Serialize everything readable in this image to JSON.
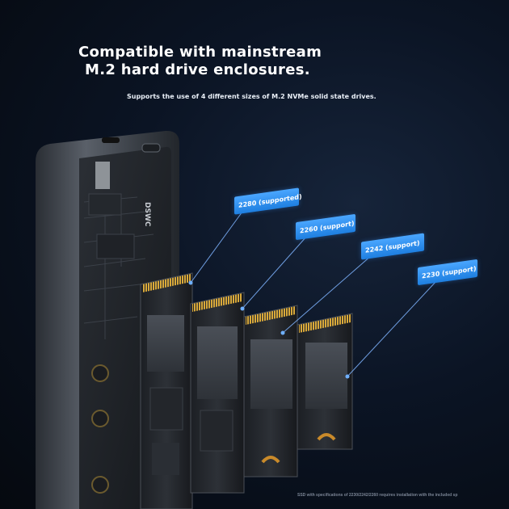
{
  "headline": {
    "line1": "Compatible with mainstream",
    "line2": "M.2 hard drive enclosures."
  },
  "subline": "Supports the use of 4 different sizes of M.2 NVMe solid state drives.",
  "enclosure_label": "DSWC",
  "tags": [
    {
      "label": "2280 (supported)"
    },
    {
      "label": "2260 (support)"
    },
    {
      "label": "2242 (support)"
    },
    {
      "label": "2230 (support)"
    }
  ],
  "footnote": "SSD with specifications of 2230/2242/2260 requires installation with the included sp",
  "colors": {
    "tag_blue": "#2d8cf0",
    "background": "#0b1424",
    "enclosure": "#4a4f57"
  }
}
